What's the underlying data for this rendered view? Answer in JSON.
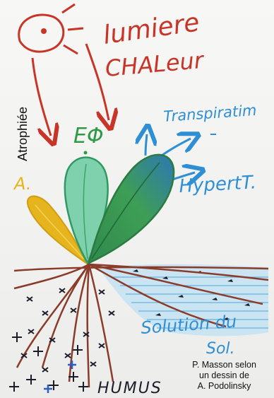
{
  "labels": {
    "lumiere": "lumiere",
    "chaleur": "CHALeur",
    "atrophiee": "Atrophiée",
    "a": "A.",
    "ep": "EΦ",
    "transpiration": "Transpiratim",
    "hypertr": "HypertT.",
    "solution": "Solution du",
    "sol": "Sol.",
    "humus": "HUMUS"
  },
  "caption": {
    "line1": "P. Masson selon",
    "line2": "un dessin de",
    "line3": "A. Podolinsky"
  },
  "colors": {
    "red": "#c83528",
    "green": "#2f9a46",
    "blue": "#2e8fd4",
    "yellow": "#e6b51e",
    "mint": "#7fd0ad",
    "leaf_big": "#3f9a57",
    "root": "#8a3b2a",
    "ink": "#1c1c2a"
  }
}
